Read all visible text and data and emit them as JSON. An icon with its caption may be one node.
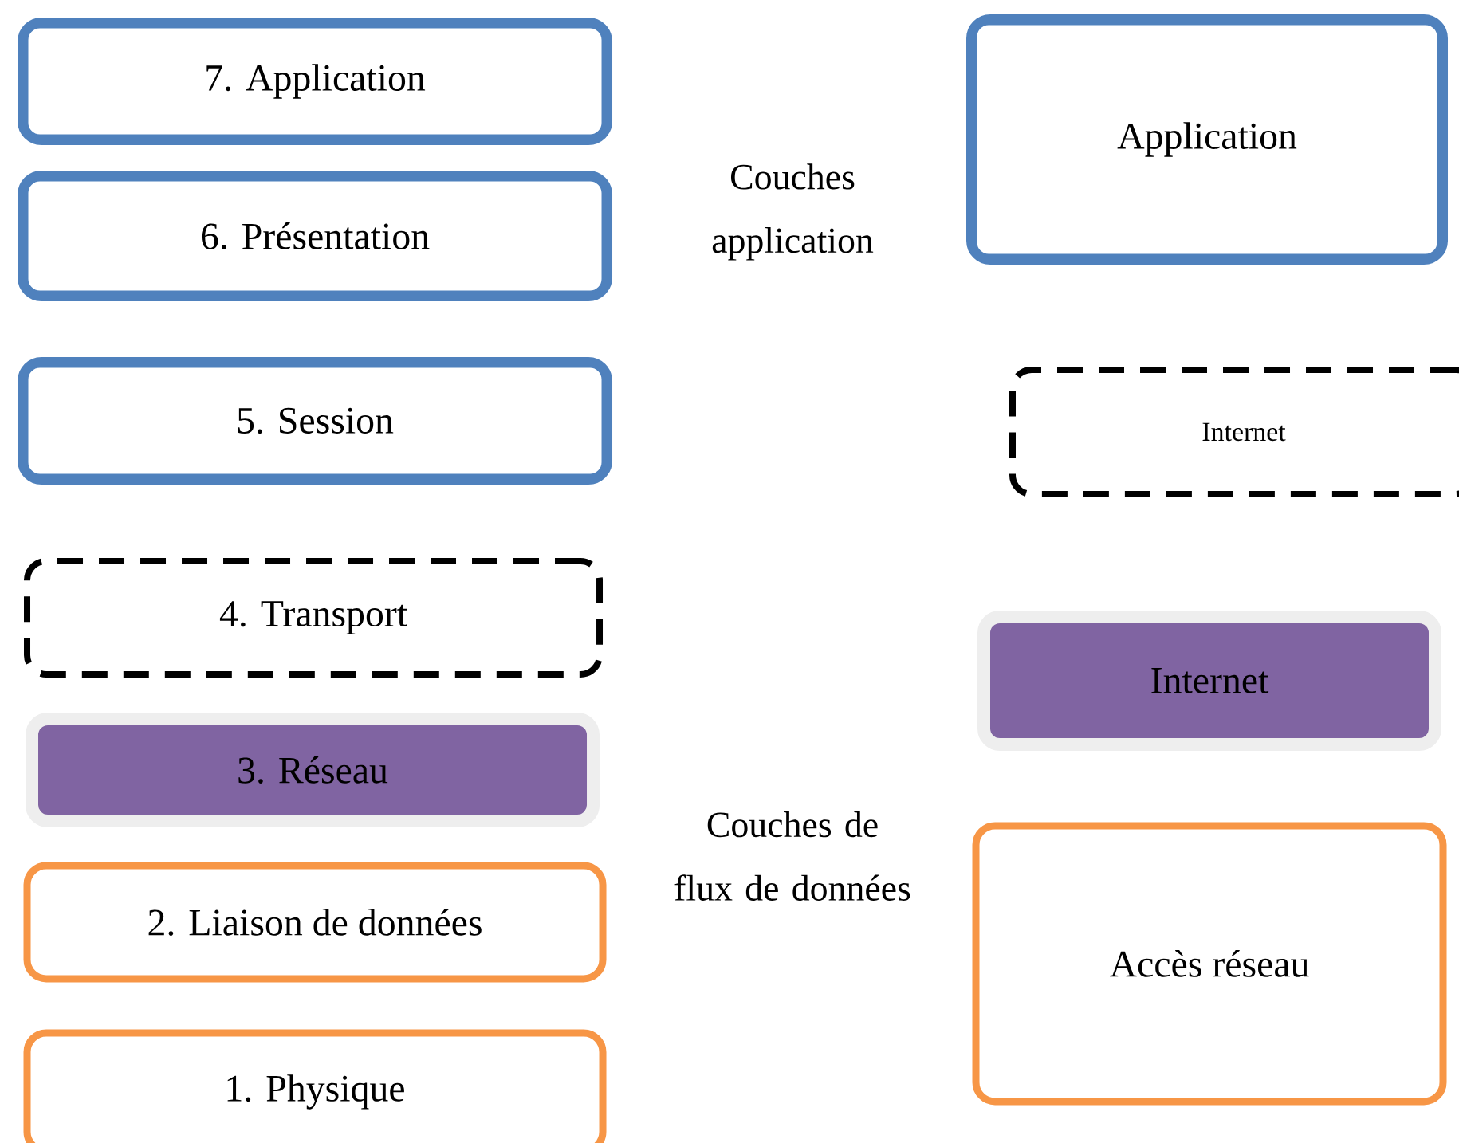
{
  "diagram": {
    "nodes": [
      {
        "text": [
          "7.  Application"
        ]
      },
      {
        "text": [
          "6.  Présentation"
        ]
      },
      {
        "text": [
          "5.  Session"
        ]
      },
      {
        "text": [
          "4.   Transport"
        ]
      },
      {
        "text": [
          "3.  Réseau"
        ]
      },
      {
        "text": [
          "2.  Liaison  de  données"
        ]
      },
      {
        "text": [
          "1. Physique"
        ]
      },
      {
        "text": [
          "Application"
        ]
      },
      {
        "text": [
          "Internet"
        ]
      },
      {
        "text": [
          "Internet"
        ]
      },
      {
        "text": [
          "Accès réseau"
        ]
      }
    ],
    "edges": [],
    "labels": [
      "Couches application",
      "Couches de flux de données"
    ]
  }
}
